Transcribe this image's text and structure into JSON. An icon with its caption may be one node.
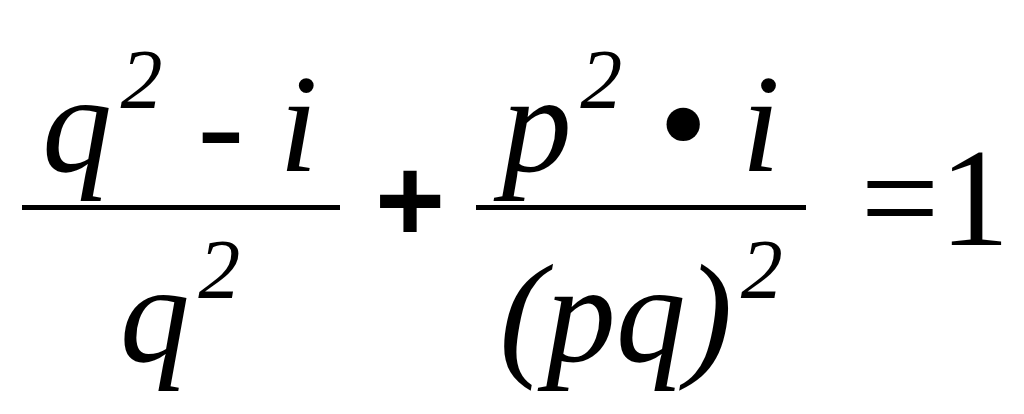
{
  "diagram": {
    "labels": [
      "q$^{2}$ - i",
      "+",
      "p$^{2}$ • i",
      "=1",
      "q$^{2}$",
      "(pq)$^{2}$"
    ]
  }
}
